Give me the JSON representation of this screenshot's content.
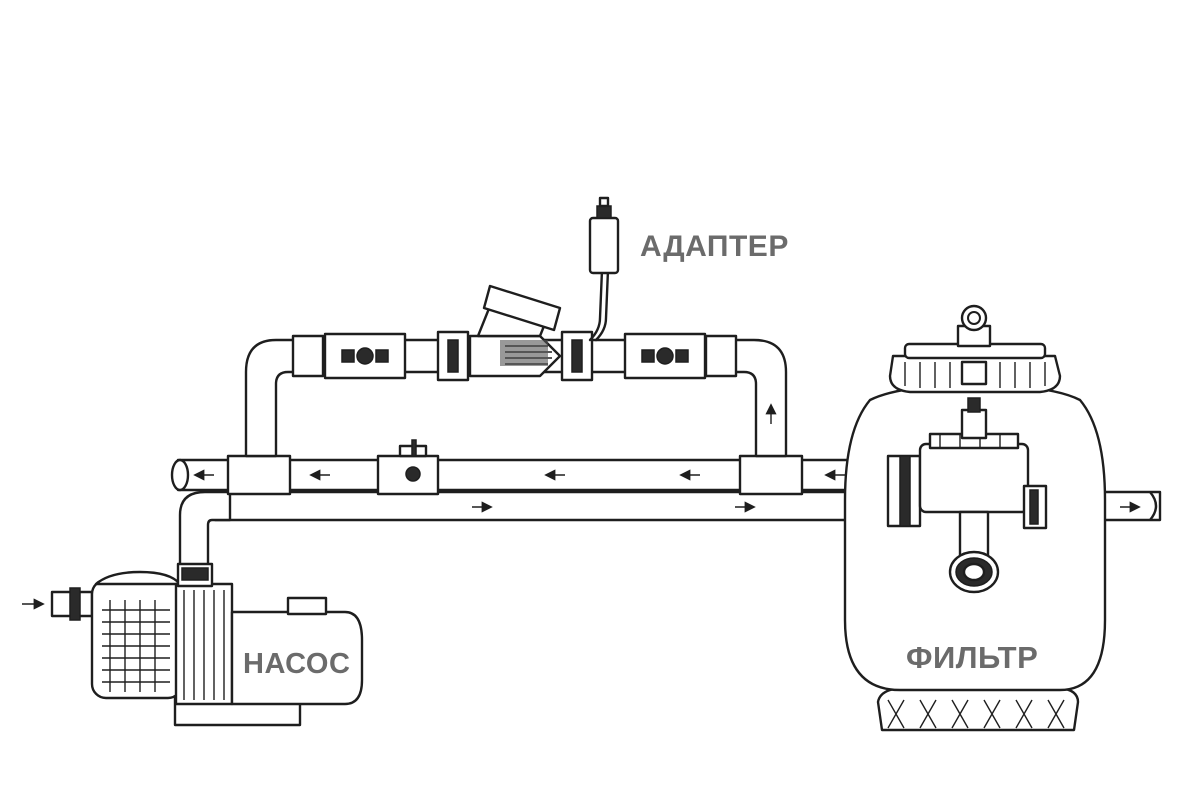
{
  "labels": {
    "adapter": "АДАПТЕР",
    "pump": "НАСОС",
    "filter": "ФИЛЬТР"
  },
  "colors": {
    "line": "#1e1e1e",
    "label": "#6b6b6b",
    "background": "#ffffff"
  },
  "icons": [
    "adapter-icon",
    "pump-icon",
    "filter-icon",
    "valve-icon",
    "flow-arrow-icon",
    "multiport-valve-icon"
  ]
}
